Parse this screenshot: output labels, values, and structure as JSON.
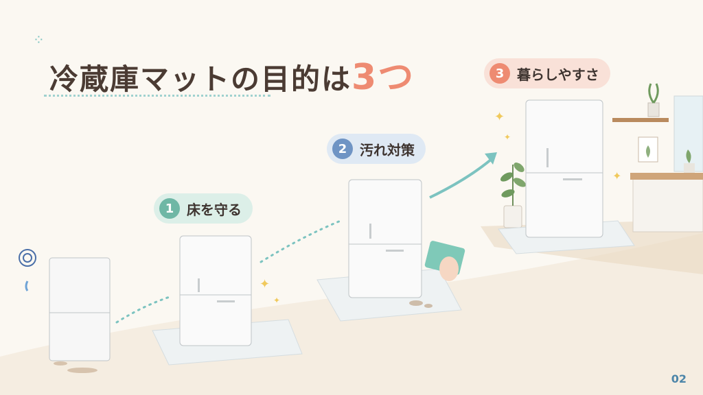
{
  "title": {
    "main": "冷蔵庫マットの目的は",
    "accent": "3つ"
  },
  "steps": [
    {
      "number": "1",
      "label": "床を守る",
      "color": "#6fb7a5"
    },
    {
      "number": "2",
      "label": "汚れ対策",
      "color": "#6f94c4"
    },
    {
      "number": "3",
      "label": "暮らしやすさ",
      "color": "#ee8b72"
    }
  ],
  "page_number": "02",
  "colors": {
    "title": "#4b3b33",
    "accent": "#ee8b72",
    "background": "#fbf8f2"
  }
}
